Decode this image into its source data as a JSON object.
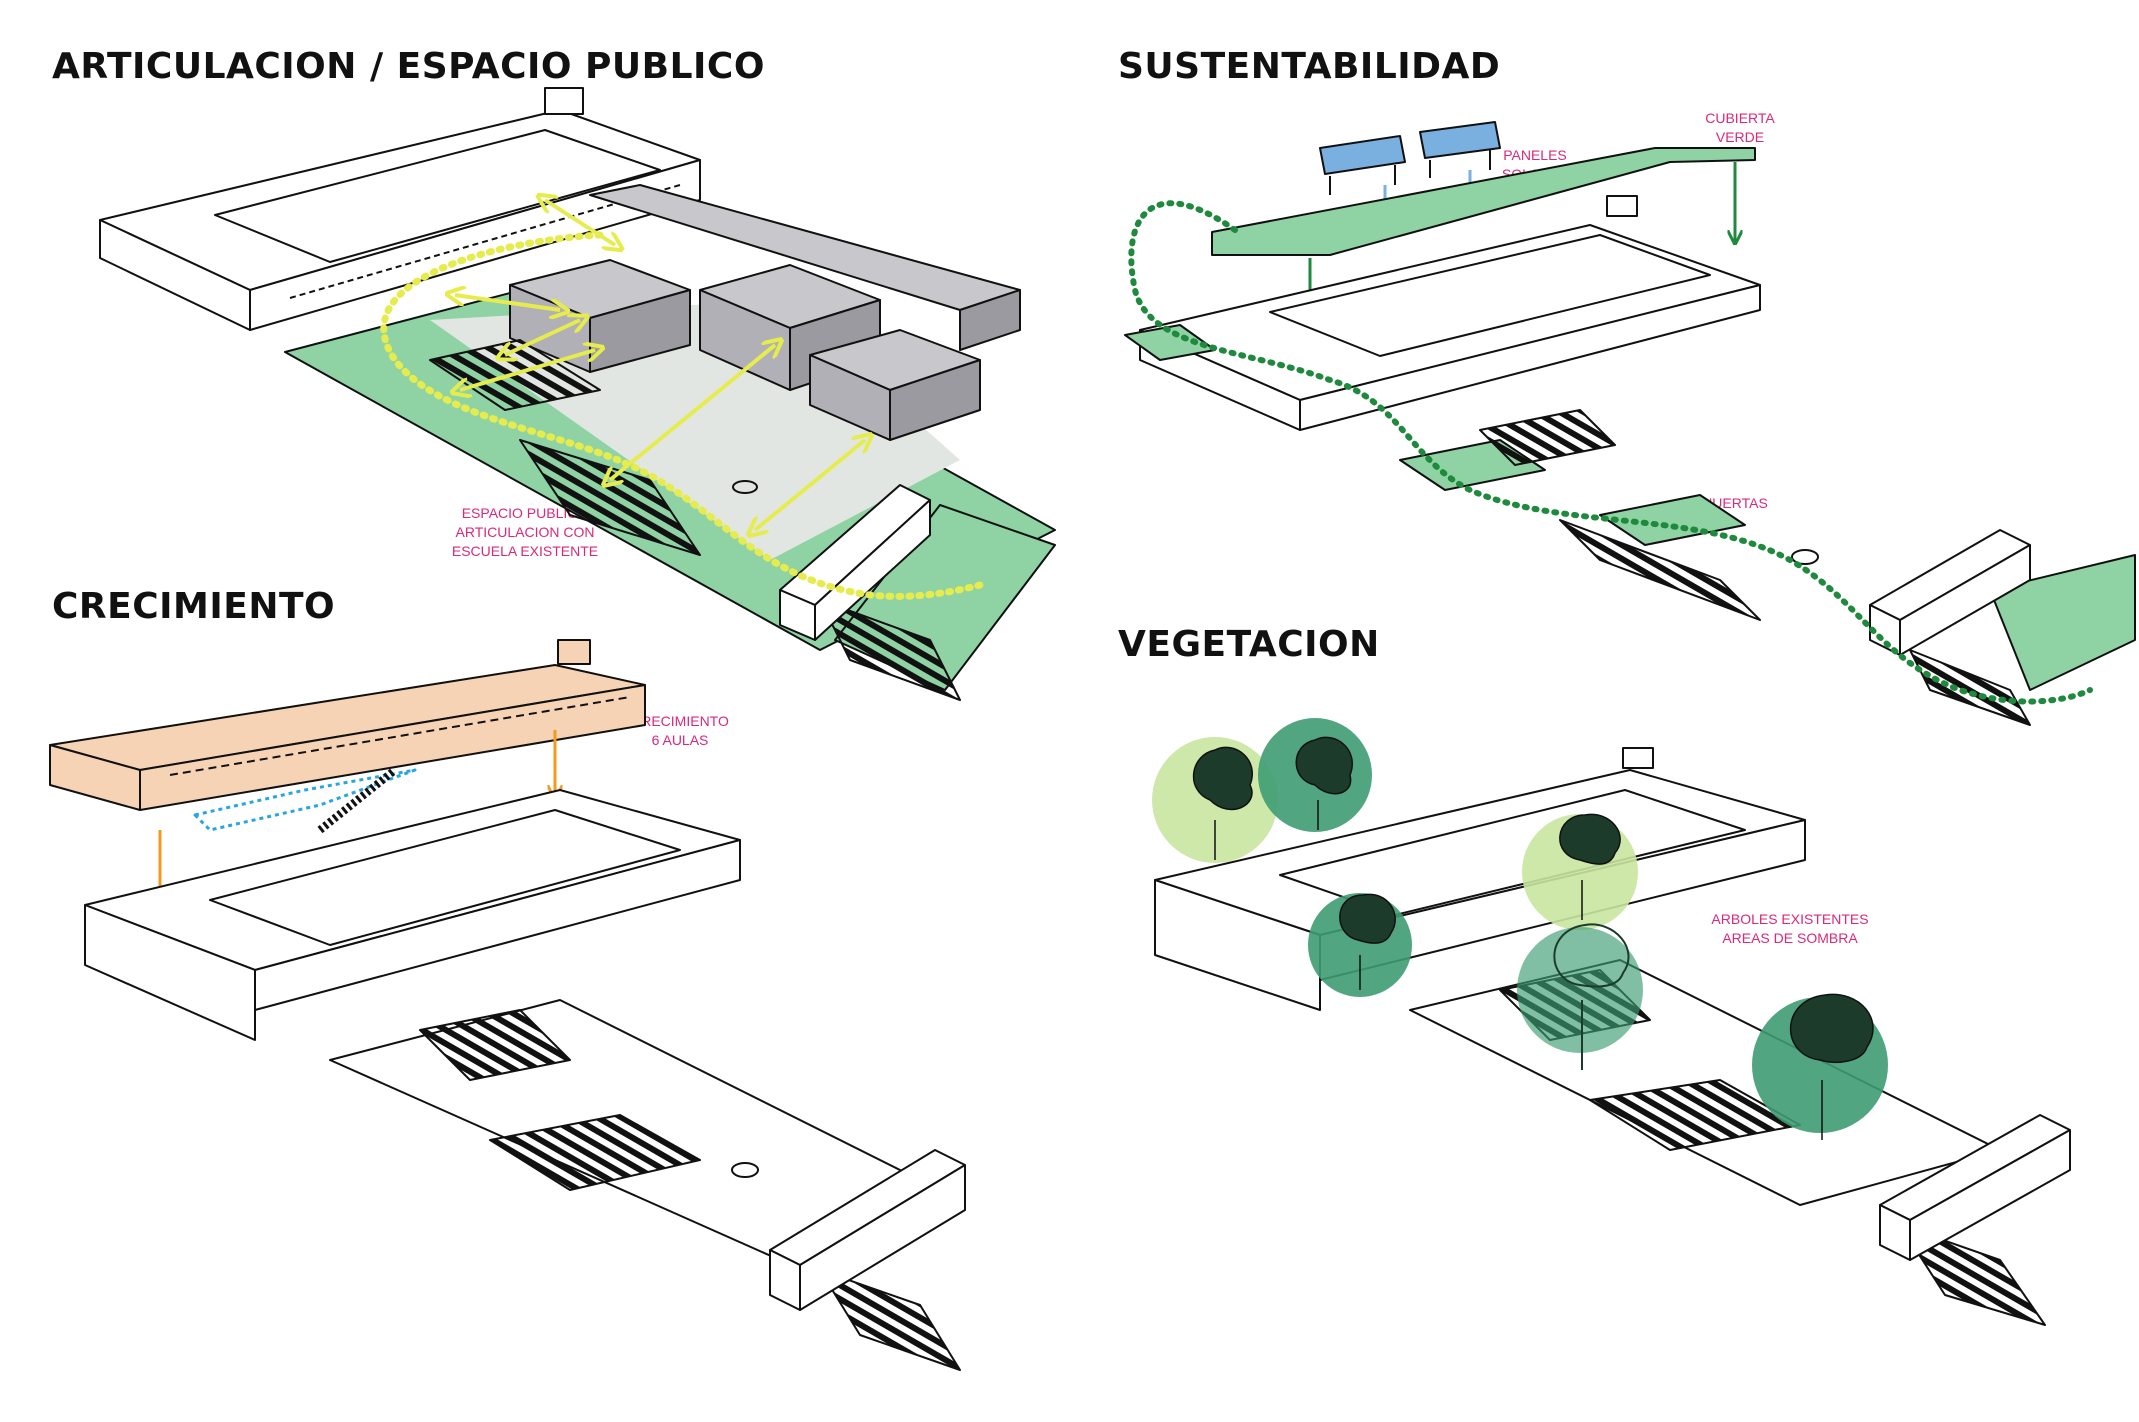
{
  "panels": {
    "articulacion": {
      "title": "ARTICULACION / ESPACIO PUBLICO",
      "note_lines": [
        "ESPACIO PUBLICO",
        "ARTICULACION CON",
        "ESCUELA EXISTENTE"
      ]
    },
    "sustentabilidad": {
      "title": "SUSTENTABILIDAD",
      "note_paneles": [
        "PANELES",
        "SOLARES"
      ],
      "note_cubierta": [
        "CUBIERTA",
        "VERDE"
      ],
      "note_huertas": "HUERTAS"
    },
    "crecimiento": {
      "title": "CRECIMIENTO",
      "note_lines": [
        "CRECIMIENTO",
        "6 AULAS"
      ]
    },
    "vegetacion": {
      "title": "VEGETACION",
      "note_lines": [
        "ARBOLES EXISTENTES",
        "AREAS DE SOMBRA"
      ]
    }
  },
  "colors": {
    "green_fill": "#8fd3a4",
    "green_dark": "#1f8a3d",
    "yellow": "#e6ec4e",
    "grey_block": "#c8c8cc",
    "grey_plaza": "#e2e6e2",
    "orange_block": "#f6d3b4",
    "orange_arrow": "#f39a1e",
    "blue_dash": "#29a6e0",
    "solar_blue": "#7ab0e0",
    "label_pink": "#d9297a",
    "tree_light": "#c9e6a0",
    "tree_dark": "#3e9c73"
  }
}
